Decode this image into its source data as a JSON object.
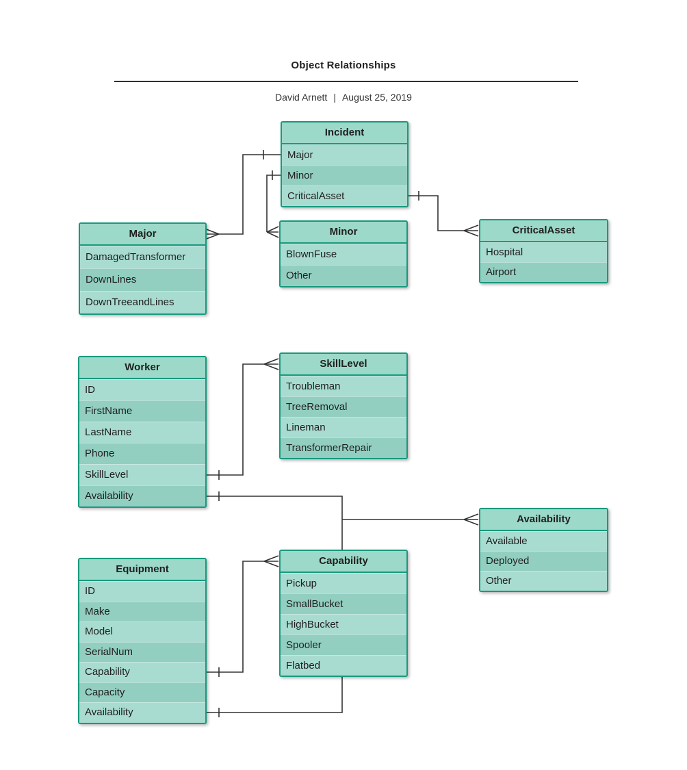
{
  "page": {
    "title": "Object Relationships",
    "byline": {
      "author": "David Arnett",
      "separator": "|",
      "date": "August 25, 2019"
    }
  },
  "colors": {
    "entity_border": "#18997e",
    "entity_header_fill": "#9cd9c8",
    "row_light": "#a9dcd0",
    "row_dark": "#92cfc0",
    "connector_line": "#333333",
    "text": "#1f1f1f"
  },
  "entities": {
    "incident": {
      "title": "Incident",
      "rows": [
        "Major",
        "Minor",
        "CriticalAsset"
      ]
    },
    "major": {
      "title": "Major",
      "rows": [
        "DamagedTransformer",
        "DownLines",
        "DownTreeandLines"
      ]
    },
    "minor": {
      "title": "Minor",
      "rows": [
        "BlownFuse",
        "Other"
      ]
    },
    "criticalasset": {
      "title": "CriticalAsset",
      "rows": [
        "Hospital",
        "Airport"
      ]
    },
    "worker": {
      "title": "Worker",
      "rows": [
        "ID",
        "FirstName",
        "LastName",
        "Phone",
        "SkillLevel",
        "Availability"
      ]
    },
    "skilllevel": {
      "title": "SkillLevel",
      "rows": [
        "Troubleman",
        "TreeRemoval",
        "Lineman",
        "TransformerRepair"
      ]
    },
    "availability": {
      "title": "Availability",
      "rows": [
        "Available",
        "Deployed",
        "Other"
      ]
    },
    "equipment": {
      "title": "Equipment",
      "rows": [
        "ID",
        "Make",
        "Model",
        "SerialNum",
        "Capability",
        "Capacity",
        "Availability"
      ]
    },
    "capability": {
      "title": "Capability",
      "rows": [
        "Pickup",
        "SmallBucket",
        "HighBucket",
        "Spooler",
        "Flatbed"
      ]
    }
  },
  "relationships": [
    {
      "source": "Incident.Major",
      "target": "Major",
      "source_cardinality": "one",
      "target_cardinality": "many"
    },
    {
      "source": "Incident.Minor",
      "target": "Minor",
      "source_cardinality": "one",
      "target_cardinality": "many"
    },
    {
      "source": "Incident.CriticalAsset",
      "target": "CriticalAsset",
      "source_cardinality": "one",
      "target_cardinality": "many"
    },
    {
      "source": "Worker.SkillLevel",
      "target": "SkillLevel",
      "source_cardinality": "one",
      "target_cardinality": "many"
    },
    {
      "source": "Worker.Availability",
      "target": "Availability",
      "source_cardinality": "one",
      "target_cardinality": "many"
    },
    {
      "source": "Equipment.Capability",
      "target": "Capability",
      "source_cardinality": "one",
      "target_cardinality": "many"
    },
    {
      "source": "Equipment.Availability",
      "target": "Availability",
      "source_cardinality": "one",
      "target_cardinality": "many"
    }
  ]
}
